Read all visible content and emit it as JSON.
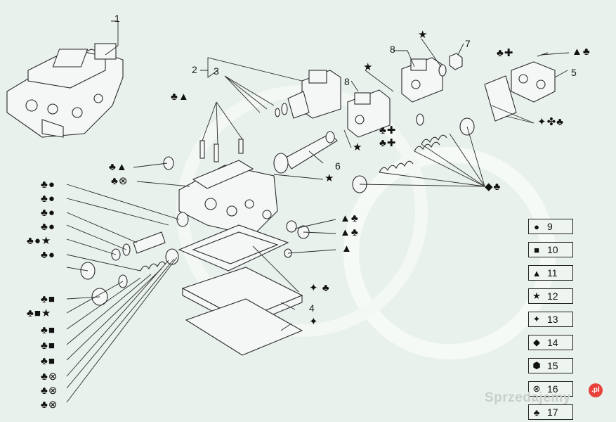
{
  "callouts": {
    "n1": "1",
    "n2": "2",
    "n3": "3",
    "n4": "4",
    "n5": "5",
    "n6": "6",
    "n7": "7",
    "n8a": "8",
    "n8b": "8"
  },
  "symbol_labels": {
    "top_club_tri": "♣▲",
    "top_right_spade": "▲♣",
    "upper_star": "★",
    "upper_star2": "★",
    "star_near6": "★",
    "star_mid": "★",
    "club_cross_mid": "♣✚",
    "club_cross_mid2": "♣✚",
    "cross_club_pair": "✦✤♣",
    "spade_club": "◆♣",
    "tri_club_1": "▲♣",
    "tri_club_2": "▲♣",
    "tri_single": "▲",
    "star_club_low": "✦ ♣",
    "star_low": "✦",
    "left_club_tri": "♣▲",
    "left_club_x": "♣⊗",
    "left_list": [
      "♣●",
      "♣●",
      "♣●",
      "♣●",
      "♣●★",
      "♣●",
      "♣■",
      "♣■★",
      "♣■",
      "♣■",
      "♣■",
      "♣⊗",
      "♣⊗",
      "♣⊗"
    ]
  },
  "legend": [
    {
      "symbol": "●",
      "number": "9"
    },
    {
      "symbol": "■",
      "number": "10"
    },
    {
      "symbol": "▲",
      "number": "11"
    },
    {
      "symbol": "★",
      "number": "12"
    },
    {
      "symbol": "✦",
      "number": "13"
    },
    {
      "symbol": "◆",
      "number": "14"
    },
    {
      "symbol": "⬢",
      "number": "15"
    },
    {
      "symbol": "⊗",
      "number": "16"
    },
    {
      "symbol": "♣",
      "number": "17"
    }
  ],
  "watermark": {
    "text": "Sprzedajemy",
    "badge": ".pl"
  },
  "colors": {
    "line": "#2a2a2a",
    "part_fill": "#f4f7f5",
    "bg": "#e9f1ec"
  }
}
